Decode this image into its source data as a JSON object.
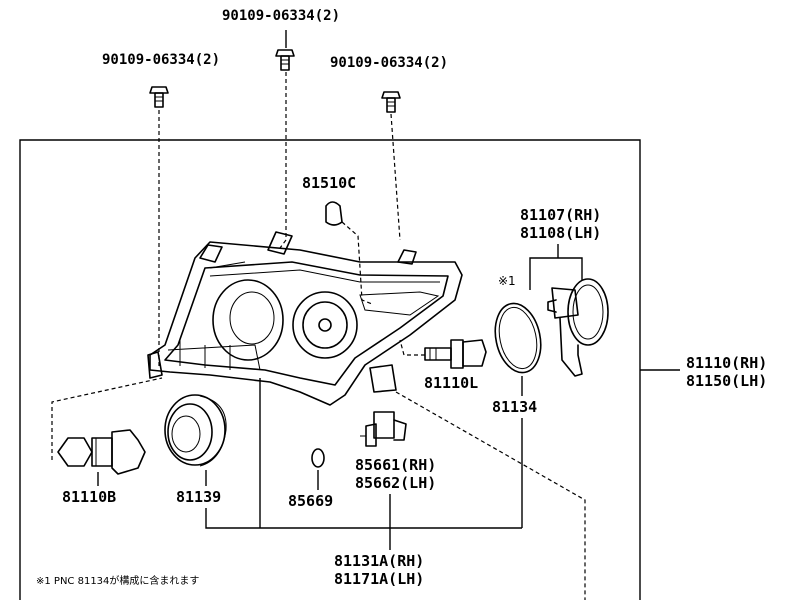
{
  "diagram": {
    "labels": {
      "bolt_top": "90109-06334(2)",
      "bolt_left": "90109-06334(2)",
      "bolt_right": "90109-06334(2)",
      "bulb_small": "81510C",
      "socket_rh": "81107(RH)",
      "socket_lh": "81108(LH)",
      "note_mark": "※1",
      "assy_rh": "81110(RH)",
      "assy_lh": "81150(LH)",
      "bulb_low": "81110L",
      "gasket": "81134",
      "bulb_high": "81110B",
      "cover": "81139",
      "bulb_cap": "85669",
      "motor_rh": "85661(RH)",
      "motor_lh": "85662(LH)",
      "unit_rh": "81131A(RH)",
      "unit_lh": "81171A(LH)"
    },
    "footnote": "※1 PNC 81134が構成に含まれます"
  }
}
